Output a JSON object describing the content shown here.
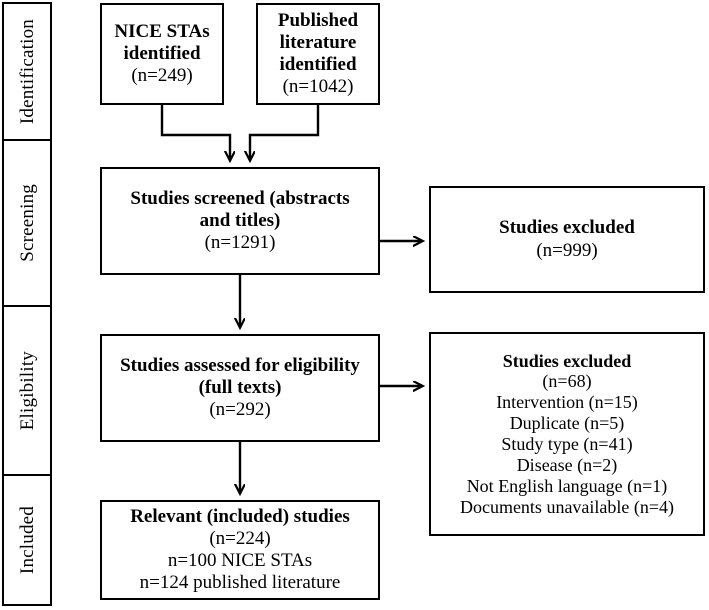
{
  "diagram": {
    "type": "prisma-flow-diagram",
    "stages": [
      {
        "id": "identification",
        "label": "Identification"
      },
      {
        "id": "screening",
        "label": "Screening"
      },
      {
        "id": "eligibility",
        "label": "Eligibility"
      },
      {
        "id": "included",
        "label": "Included"
      }
    ],
    "boxes": {
      "nice_stas": {
        "title_line1": "NICE STAs",
        "title_line2": "identified",
        "count": "(n=249)"
      },
      "published_literature": {
        "title_line1": "Published",
        "title_line2": "literature",
        "title_line3": "identified",
        "count": "(n=1042)"
      },
      "screened": {
        "title": "Studies screened (abstracts and titles)",
        "count": "(n=1291)"
      },
      "excluded_screening": {
        "title": "Studies excluded",
        "count": "(n=999)"
      },
      "eligibility": {
        "title_line1": "Studies assessed for eligibility",
        "title_line2": "(full texts)",
        "count": "(n=292)"
      },
      "excluded_eligibility": {
        "title": "Studies excluded",
        "count": "(n=68)",
        "reasons": [
          "Intervention (n=15)",
          "Duplicate (n=5)",
          "Study type (n=41)",
          "Disease (n=2)",
          "Not English language (n=1)",
          "Documents unavailable (n=4)"
        ]
      },
      "included": {
        "title": "Relevant (included) studies",
        "count": "(n=224)",
        "detail_line1": "n=100 NICE STAs",
        "detail_line2": "n=124 published literature"
      }
    },
    "colors": {
      "stroke": "#000000",
      "background": "#ffffff",
      "text": "#000000"
    }
  }
}
